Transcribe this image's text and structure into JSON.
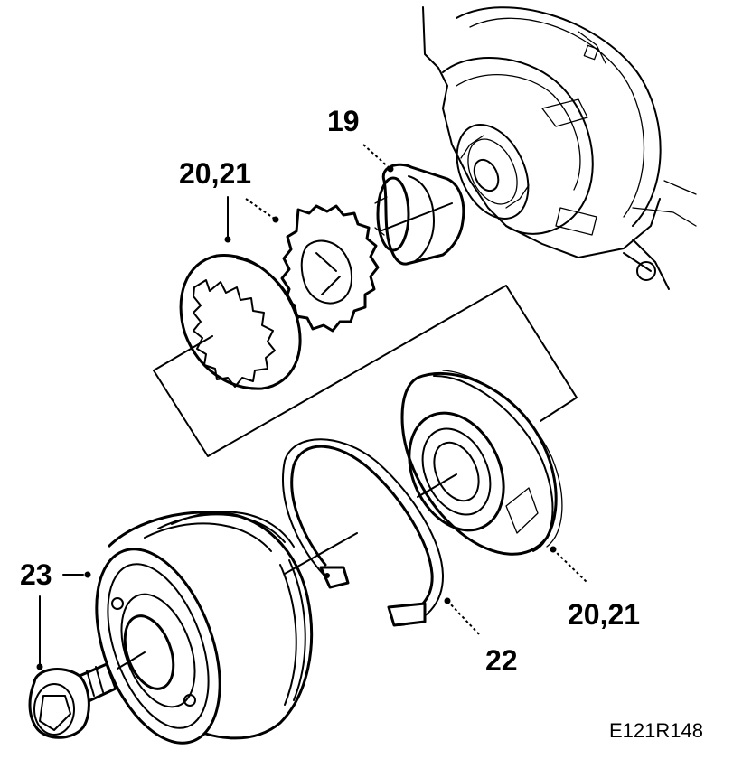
{
  "callouts": {
    "part_19": "19",
    "part_20_21_top": "20,21",
    "part_20_21_bottom": "20,21",
    "part_22": "22",
    "part_23": "23"
  },
  "reference_code": "E121R148"
}
